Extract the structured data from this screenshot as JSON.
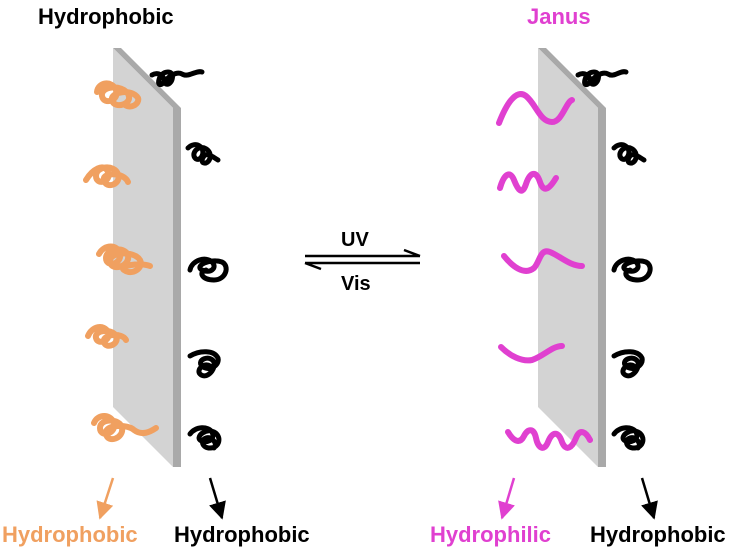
{
  "left_panel": {
    "title": "Hydrophobic",
    "title_color": "#000000",
    "front_label": "Hydrophobic",
    "front_color": "#f0a060",
    "back_label": "Hydrophobic",
    "back_color": "#000000"
  },
  "right_panel": {
    "title": "Janus",
    "title_color": "#e040d0",
    "front_label": "Hydrophilic",
    "front_color": "#e040d0",
    "back_label": "Hydrophobic",
    "back_color": "#000000"
  },
  "equilibrium": {
    "forward_label": "UV",
    "reverse_label": "Vis"
  },
  "colors": {
    "slab_face": "#d3d3d3",
    "slab_edge": "#a9a9a9",
    "coil_orange": "#f0a060",
    "coil_black": "#000000",
    "wave_magenta": "#e040d0"
  }
}
